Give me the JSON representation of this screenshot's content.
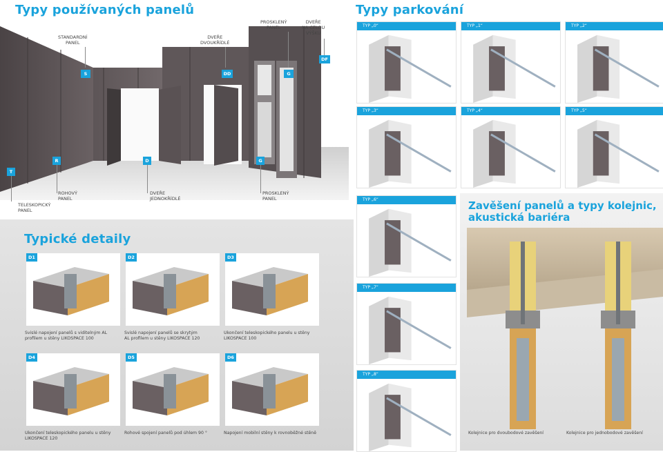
{
  "left_title": "Typy používaných panelů",
  "right_title": "Typy parkování",
  "panel_labels": {
    "standard": [
      "STANDARDNÍ",
      "PANEL"
    ],
    "double_door": [
      "DVEŘE",
      "DVOUKŘÍDLÉ"
    ],
    "glazed_top": [
      "PROSKLENÝ",
      "PANEL"
    ],
    "full_door": [
      "DVEŘE",
      "NA CELOU",
      "VÝŠKU"
    ],
    "telescopic": [
      "TELESKOPICKÝ",
      "PANEL"
    ],
    "corner": [
      "ROHOVÝ",
      "PANEL"
    ],
    "single_door": [
      "DVEŘE",
      "JEDNOKŘÍDLÉ"
    ],
    "glazed_bottom": [
      "PROSKLENÝ",
      "PANEL"
    ]
  },
  "panel_badges": {
    "s": "S",
    "dd": "DD",
    "g1": "G",
    "df": "DF",
    "r": "R",
    "d": "D",
    "g2": "G",
    "t": "T"
  },
  "details_title": "Typické detaily",
  "details": [
    {
      "badge": "D1",
      "caption": [
        "Svislé napojení panelů s viditelným AL",
        "profilem u stěny LIKOSPACE 100"
      ]
    },
    {
      "badge": "D2",
      "caption": [
        "Svislé napojení panelů se skrytým",
        "AL profilem u stěny LIKOSPACE 120"
      ]
    },
    {
      "badge": "D3",
      "caption": [
        "Ukončení teleskopického panelu u stěny",
        "LIKOSPACE 100"
      ]
    },
    {
      "badge": "D4",
      "caption": [
        "Ukončení teleskopického panelu u stěny",
        "LIKOSPACE 120"
      ]
    },
    {
      "badge": "D5",
      "caption": [
        "Rohové spojení panelů pod úhlem 90 °",
        ""
      ]
    },
    {
      "badge": "D6",
      "caption": [
        "Napojení mobilní stěny k rovnoběžné stěně",
        ""
      ]
    }
  ],
  "parking_types": [
    "TYP „0“",
    "TYP „1“",
    "TYP „2“",
    "TYP „3“",
    "TYP „4“",
    "TYP „5“",
    "TYP „6“",
    "TYP „7“",
    "TYP „8“"
  ],
  "suspension_title": [
    "Zavěšení panelů a typy kolejnic,",
    "akustická bariéra"
  ],
  "rail_captions": [
    "Kolejnice pro dvoubodové zavěšení",
    "Kolejnice pro jednobodové zavěšení"
  ]
}
